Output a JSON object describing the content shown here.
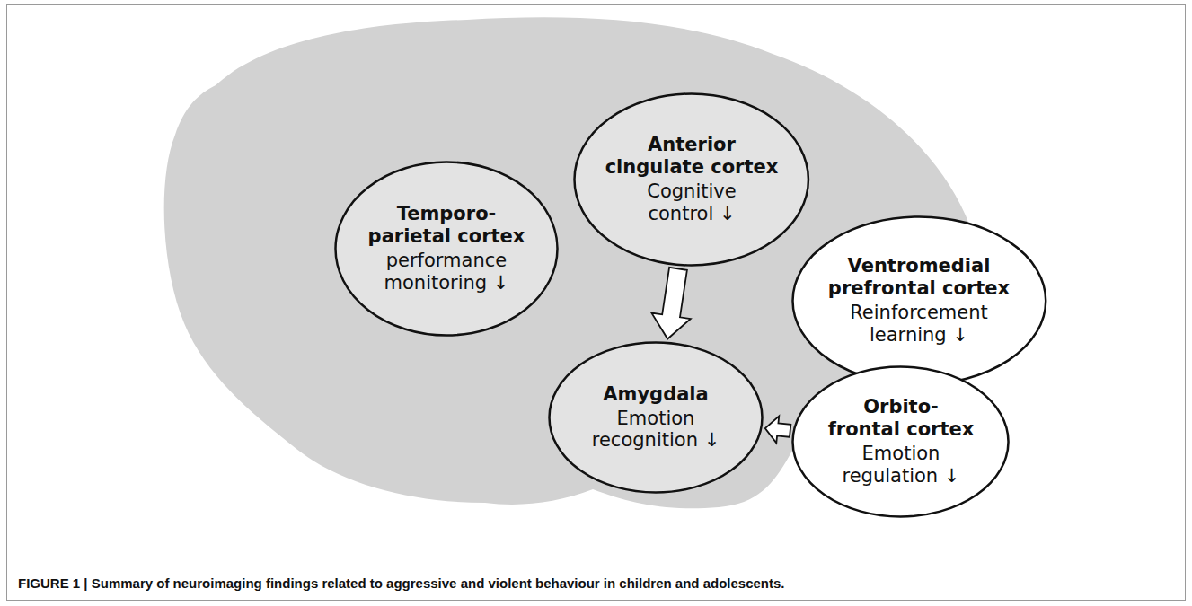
{
  "diagram": {
    "caption": "FIGURE 1 | Summary of neuroimaging findings related to aggressive and violent behaviour in children and adolescents.",
    "nodes": [
      {
        "text": [
          "Temporo- parietal cortex",
          "performance monitoring ↓"
        ]
      },
      {
        "text": [
          "Anterior cingulate cortex",
          "Cognitive control ↓"
        ]
      },
      {
        "text": [
          "Ventromedial prefrontal cortex",
          "Reinforcement learning ↓"
        ]
      },
      {
        "text": [
          "Amygdala",
          "Emotion recognition ↓"
        ]
      },
      {
        "text": [
          "Orbito- frontal cortex",
          "Emotion regulation ↓"
        ]
      }
    ],
    "edges": [
      {
        "from": 1,
        "to": 3,
        "arrow": "to"
      },
      {
        "from": 4,
        "to": 3,
        "arrow": "to"
      }
    ]
  }
}
